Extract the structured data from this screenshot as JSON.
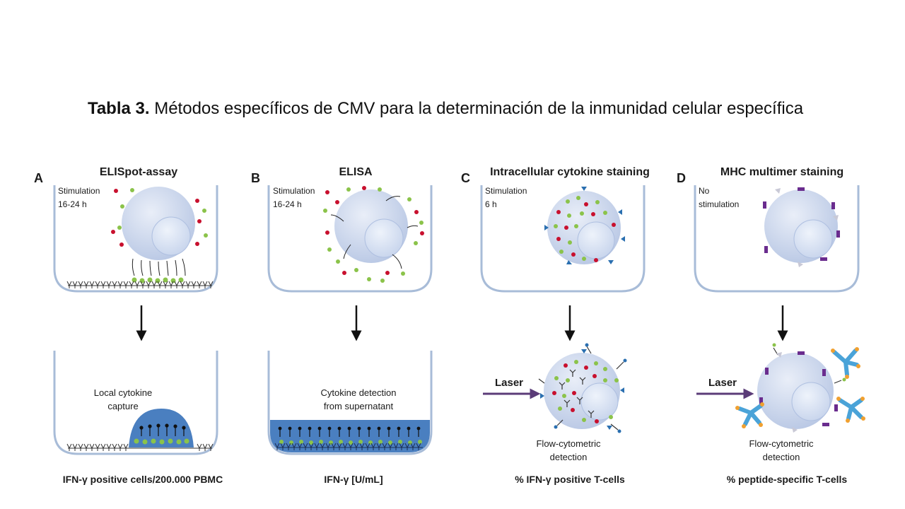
{
  "title": {
    "prefix": "Tabla 3.",
    "text": " Métodos específicos de CMV para la determinación de la inmunidad celular específica"
  },
  "panels": [
    {
      "letter": "A",
      "heading": "ELISpot-assay",
      "stim_line1": "Stimulation",
      "stim_line2": "16-24 h",
      "bottom_line1": "Local cytokine",
      "bottom_line2": "capture",
      "result": "IFN-γ positive cells/200.000 PBMC"
    },
    {
      "letter": "B",
      "heading": "ELISA",
      "stim_line1": "Stimulation",
      "stim_line2": "16-24 h",
      "bottom_line1": "Cytokine detection",
      "bottom_line2": "from supernatant",
      "result": "IFN-γ [U/mL]"
    },
    {
      "letter": "C",
      "heading": "Intracellular cytokine staining",
      "stim_line1": "Stimulation",
      "stim_line2": "6 h",
      "laser": "Laser",
      "bottom_line1": "Flow-cytometric",
      "bottom_line2": "detection",
      "result": "% IFN-γ  positive T-cells"
    },
    {
      "letter": "D",
      "heading": "MHC multimer staining",
      "stim_line1": "No",
      "stim_line2": "stimulation",
      "laser": "Laser",
      "bottom_line1": "Flow-cytometric",
      "bottom_line2": "detection",
      "result": "% peptide-specific T-cells"
    }
  ],
  "colors": {
    "cell": "#c9d6ee",
    "nucleus": "#dbe4f4",
    "well": "#a8bcd8",
    "green_dot": "#8bc34a",
    "red_dot": "#c8102e",
    "blue_fluid": "#4a7fc0",
    "laser_arrow": "#5b3c78",
    "purple_marker": "#6a2c8e",
    "blue_marker": "#2a6fb0",
    "antibody": "#4aa3d8",
    "fluor": "#f0a030"
  }
}
